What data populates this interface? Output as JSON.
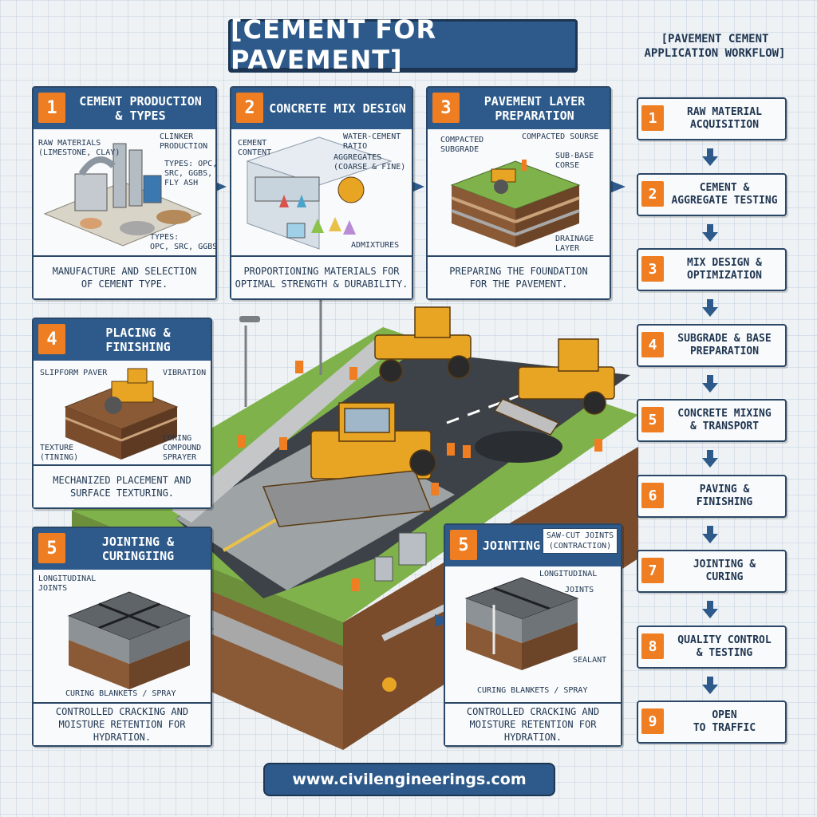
{
  "title": "[CEMENT FOR PAVEMENT]",
  "workflow_title": {
    "line1": "[PAVEMENT CEMENT",
    "line2": "APPLICATION WORKFLOW]"
  },
  "panels": {
    "p1": {
      "number": "1",
      "title": [
        "CEMENT PRODUCTION",
        "& TYPES"
      ],
      "labels": {
        "raw": [
          "RAW MATERIALS",
          "(LIMESTONE, CLAY)"
        ],
        "clinker": [
          "CLINKER",
          "PRODUCTION"
        ],
        "types1": [
          "TYPES: OPC,",
          "SRC, GGBS,",
          "FLY ASH"
        ],
        "types2": [
          "TYPES:",
          "OPC, SRC, GGBS"
        ]
      },
      "caption": [
        "MANUFACTURE AND SELECTION",
        "OF CEMENT TYPE."
      ]
    },
    "p2": {
      "number": "2",
      "title": [
        "CONCRETE MIX DESIGN"
      ],
      "labels": {
        "cement": [
          "CEMENT",
          "CONTENT"
        ],
        "wc": [
          "WATER-CEMENT",
          "RATIO"
        ],
        "agg": [
          "AGGREGATES",
          "(COARSE & FINE)"
        ],
        "admix": [
          "ADMIXTURES"
        ]
      },
      "caption": [
        "PROPORTIONING MATERIALS FOR",
        "OPTIMAL STRENGTH & DURABILITY."
      ]
    },
    "p3": {
      "number": "3",
      "title": [
        "PAVEMENT LAYER",
        "PREPARATION"
      ],
      "labels": {
        "subgrade": [
          "COMPACTED",
          "SUBGRADE"
        ],
        "course": [
          "COMPACTED SOURSE"
        ],
        "subbase": [
          "SUB-BASE",
          "CORSE"
        ],
        "drain": [
          "DRAINAGE",
          "LAYER"
        ]
      },
      "caption": [
        "PREPARING THE FOUNDATION",
        "FOR THE PAVEMENT."
      ]
    },
    "p4": {
      "number": "4",
      "title": [
        "PLACING &",
        "FINISHING"
      ],
      "labels": {
        "paver": [
          "SLIPFORM PAVER"
        ],
        "vibration": [
          "VIBRATION"
        ],
        "texture": [
          "TEXTURE",
          "(TINING)"
        ],
        "curing": [
          "CORING",
          "COMPOUND",
          "SPRAYER"
        ]
      },
      "caption": [
        "MECHANIZED PLACEMENT AND",
        "SURFACE TEXTURING."
      ]
    },
    "p5a": {
      "number": "5",
      "title": [
        "JOINTING & CURINGIING"
      ],
      "labels": {
        "long": [
          "LONGITUDINAL",
          "JOINTS"
        ],
        "blankets": [
          "CURING BLANKETS / SPRAY"
        ]
      },
      "caption": [
        "CONTROLLED CRACKING AND",
        "MOISTURE RETENTION FOR HYDRATION."
      ]
    },
    "p5b": {
      "number": "5",
      "title": [
        "JOINTING"
      ],
      "tag": [
        "SAW-CUT JOINTS",
        "(CONTRACTION)"
      ],
      "labels": {
        "long": [
          "LONGITUDINAL"
        ],
        "joints": [
          "JOINTS"
        ],
        "sealant": [
          "SEALANT"
        ],
        "blankets": [
          "CURING BLANKETS / SPRAY"
        ]
      },
      "caption": [
        "CONTROLLED CRACKING AND",
        "MOISTURE RETENTION FOR HYDRATION."
      ]
    }
  },
  "workflow": [
    {
      "number": "1",
      "label": [
        "RAW MATERIAL",
        "ACQUISITION"
      ]
    },
    {
      "number": "2",
      "label": [
        "CEMENT &",
        "AGGREGATE TESTING"
      ]
    },
    {
      "number": "3",
      "label": [
        "MIX DESIGN &",
        "OPTIMIZATION"
      ]
    },
    {
      "number": "4",
      "label": [
        "SUBGRADE & BASE",
        "PREPARATION"
      ]
    },
    {
      "number": "5",
      "label": [
        "CONCRETE MIXING",
        "& TRANSPORT"
      ]
    },
    {
      "number": "6",
      "label": [
        "PAVING &",
        "FINISHING"
      ]
    },
    {
      "number": "7",
      "label": [
        "JOINTING &",
        "CURING"
      ]
    },
    {
      "number": "8",
      "label": [
        "QUALITY CONTROL",
        "& TESTING"
      ]
    },
    {
      "number": "9",
      "label": [
        "OPEN",
        "TO TRAFFIC"
      ]
    }
  ],
  "url": "www.civilengineerings.com",
  "colors": {
    "navy": "#2d5a8a",
    "orange": "#ef7d22",
    "machine_yellow": "#e8a524",
    "grass": "#7fb24a",
    "asphalt": "#3d4248"
  }
}
